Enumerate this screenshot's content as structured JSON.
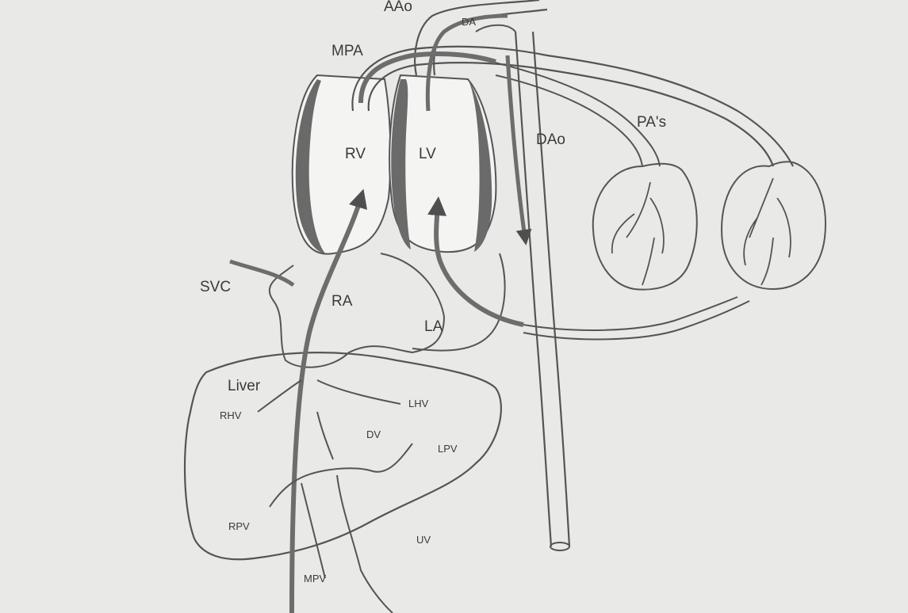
{
  "diagram": {
    "labels": {
      "aao": "AAo",
      "da": "DA",
      "mpa": "MPA",
      "rv": "RV",
      "lv": "LV",
      "dao": "DAo",
      "pas": "PA's",
      "svc": "SVC",
      "ra": "RA",
      "la": "LA",
      "liver": "Liver",
      "rhv": "RHV",
      "lhv": "LHV",
      "dv": "DV",
      "lpv": "LPV",
      "rpv": "RPV",
      "uv": "UV",
      "mpv": "MPV"
    },
    "colors": {
      "ink": "#4a4a4a",
      "vessel_dark": "#6d6d6d",
      "muscle": "#6a6a6a",
      "paper": "#e9e9e7"
    }
  }
}
